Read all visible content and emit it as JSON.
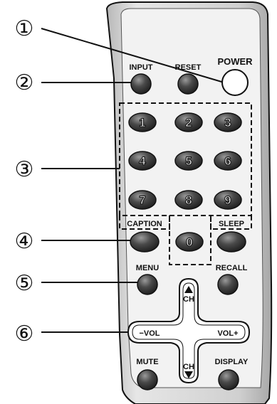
{
  "callouts": [
    "①",
    "②",
    "③",
    "④",
    "⑤",
    "⑥"
  ],
  "buttons": {
    "input": "INPUT",
    "reset": "RESET",
    "power": "POWER",
    "caption": "CAPTION",
    "sleep": "SLEEP",
    "menu": "MENU",
    "recall": "RECALL",
    "ch_up": "CH",
    "ch_down": "CH",
    "vol_down": "−VOL",
    "vol_up": "VOL+",
    "mute": "MUTE",
    "display": "DISPLAY"
  },
  "digits": [
    "1",
    "2",
    "3",
    "4",
    "5",
    "6",
    "7",
    "8",
    "9",
    "0"
  ],
  "colors": {
    "button_fill": "#3c3c3c",
    "body_fill": "#d3d3d3",
    "outline": "#111111"
  }
}
